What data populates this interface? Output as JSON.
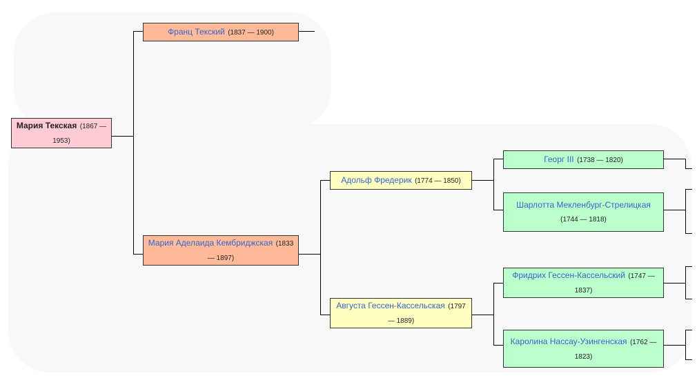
{
  "tree": {
    "root": {
      "name": "Мария Текская",
      "years": "(1867 — 1953)"
    },
    "father": {
      "name": "Франц Текский",
      "years": "(1837 — 1900)"
    },
    "mother": {
      "name": "Мария Аделаида Кембриджская",
      "years": "(1833 — 1897)"
    },
    "maternal_grandfather": {
      "name": "Адольф Фредерик",
      "years": "(1774 — 1850)"
    },
    "maternal_grandmother": {
      "name": "Августа Гессен-Кассельская",
      "years": "(1797 — 1889)"
    },
    "ggf_1": {
      "name": "Георг III",
      "years": "(1738 — 1820)"
    },
    "ggm_1": {
      "name": "Шарлотта Мекленбург-Стрелицкая",
      "years": "(1744 — 1818)"
    },
    "ggf_2": {
      "name": "Фридрих Гессен-Кассельский",
      "years": "(1747 — 1837)"
    },
    "ggm_2": {
      "name": "Каролина Нассау-Узингенская",
      "years": "(1762 — 1823)"
    }
  },
  "colors": {
    "root": "#ffccd5",
    "generation_1": "#ffbb99",
    "generation_2": "#ffffc2",
    "generation_3": "#bbffcc",
    "link": "#3366cc"
  }
}
